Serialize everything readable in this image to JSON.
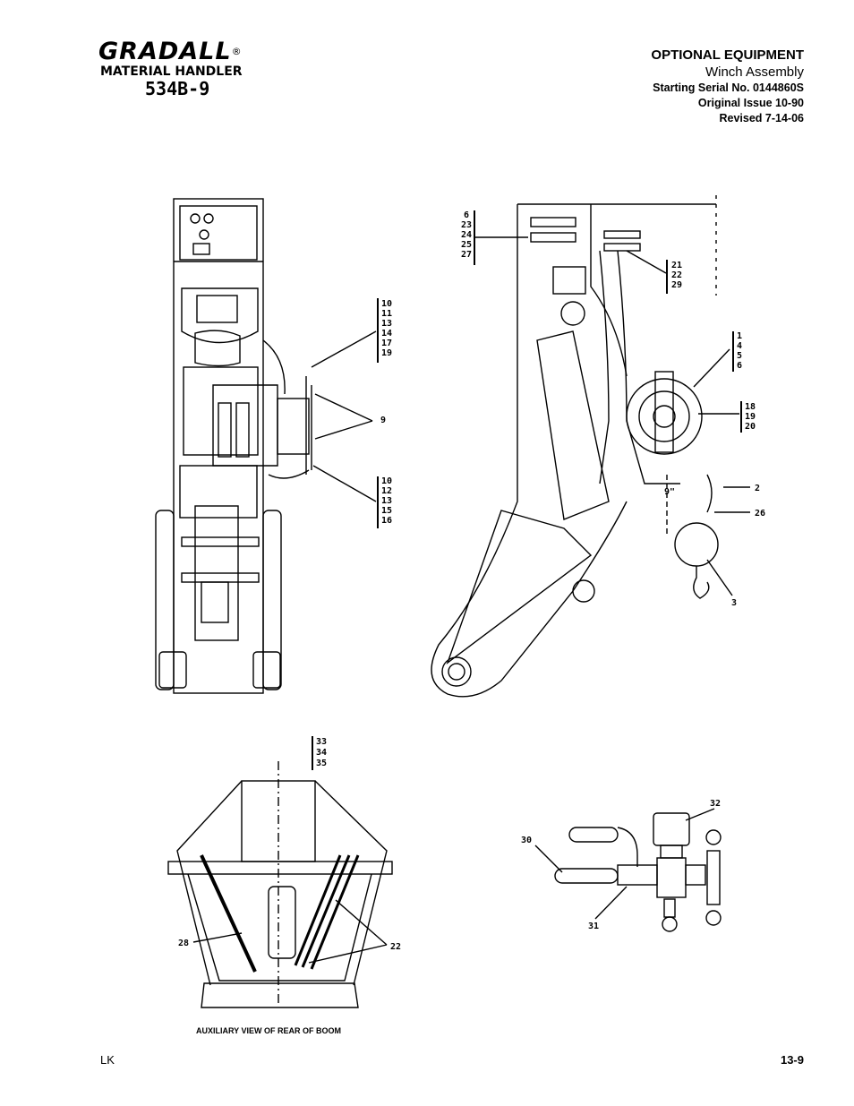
{
  "header": {
    "logo_name": "GRADALL",
    "logo_reg": "®",
    "logo_subtitle": "MATERIAL HANDLER",
    "logo_model": "534B-9",
    "section": "OPTIONAL EQUIPMENT",
    "title": "Winch Assembly",
    "serial": "Starting Serial No. 0144860S",
    "issue": "Original Issue 10-90",
    "revised": "Revised 7-14-06"
  },
  "callouts": {
    "front_upper": [
      "10",
      "11",
      "13",
      "14",
      "17",
      "19"
    ],
    "front_mid": "9",
    "front_lower": [
      "10",
      "12",
      "13",
      "15",
      "16"
    ],
    "side_left": [
      "6",
      "23",
      "24",
      "25",
      "27"
    ],
    "side_mid": [
      "21",
      "22",
      "29"
    ],
    "side_right_upper": [
      "1",
      "4",
      "5",
      "6"
    ],
    "side_right_mid": [
      "18",
      "19",
      "20"
    ],
    "side_hook_2": "2",
    "side_hook_26": "26",
    "side_hook_3": "3",
    "side_dim": "9\"",
    "rear_top": [
      "33",
      "34",
      "35"
    ],
    "rear_28": "28",
    "rear_22": "22",
    "valve_32": "32",
    "valve_30": "30",
    "valve_31": "31"
  },
  "caption": "AUXILIARY VIEW OF REAR OF BOOM",
  "footer": {
    "left": "LK",
    "right": "13-9"
  }
}
